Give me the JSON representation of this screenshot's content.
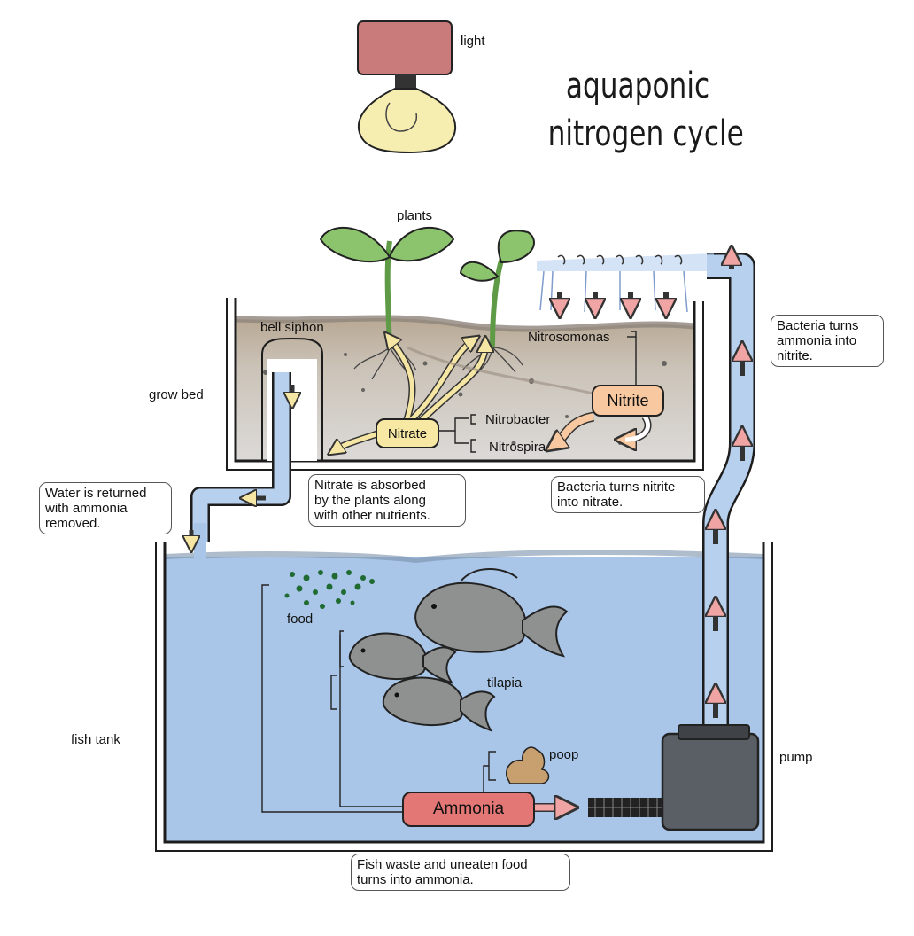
{
  "title": {
    "line1": "aquaponic",
    "line2": "nitrogen cycle"
  },
  "labels": {
    "light": "light",
    "plants": "plants",
    "bell_siphon": "bell siphon",
    "grow_bed": "grow bed",
    "nitrosomonas": "Nitrosomonas",
    "nitrobacter": "Nitrobacter",
    "nitrospira": "Nitrospira",
    "food": "food",
    "tilapia": "tilapia",
    "poop": "poop",
    "fish_tank": "fish tank",
    "pump": "pump"
  },
  "nodes": {
    "nitrate": {
      "label": "Nitrate",
      "color": "#f7e9a4"
    },
    "nitrite": {
      "label": "Nitrite",
      "color": "#f8c9a0"
    },
    "ammonia": {
      "label": "Ammonia",
      "color": "#e37775"
    }
  },
  "notes": {
    "water_returned": [
      "Water is returned",
      "with ammonia",
      "removed."
    ],
    "nitrate_absorbed": [
      "Nitrate is absorbed",
      "by the plants along",
      "with other nutrients."
    ],
    "nitrite_to_nitrate": [
      "Bacteria turns nitrite",
      "into nitrate."
    ],
    "ammonia_to_nitrite": [
      "Bacteria turns",
      "ammonia into",
      "nitrite."
    ],
    "waste_to_ammonia": [
      "Fish waste and uneaten food",
      "turns into ammonia."
    ]
  },
  "colors": {
    "water": "#a9c6e8",
    "pipe": "#b7d0ee",
    "arrow_pink": "#f0a5a4",
    "arrow_yellow": "#f6e6a3",
    "soil": "#c9c6c1",
    "soil_dark": "#8f857a",
    "leaf": "#8cc46e",
    "bulb": "#f6eeb0",
    "lamp_box": "#c97b7b"
  }
}
